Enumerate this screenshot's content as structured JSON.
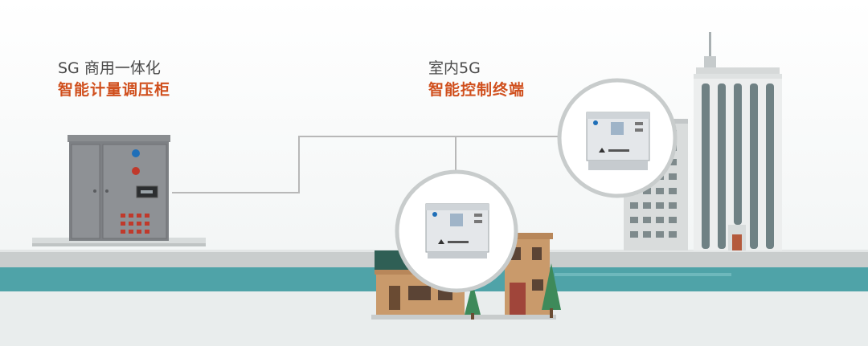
{
  "labels": {
    "cabinet_line1": "SG 商用一体化",
    "cabinet_line2": "智能计量调压柜",
    "terminal_line1": "室内5G",
    "terminal_line2": "智能控制终端"
  },
  "colors": {
    "accent": "#d0501e",
    "text": "#4a4a4a",
    "water": "#4fa3a8",
    "road": "#c9cdcd",
    "pipe": "#b8b8b8"
  },
  "icons": [
    "cabinet-icon",
    "house-icon",
    "tower-icon",
    "terminal-device-icon",
    "tree-icon"
  ]
}
